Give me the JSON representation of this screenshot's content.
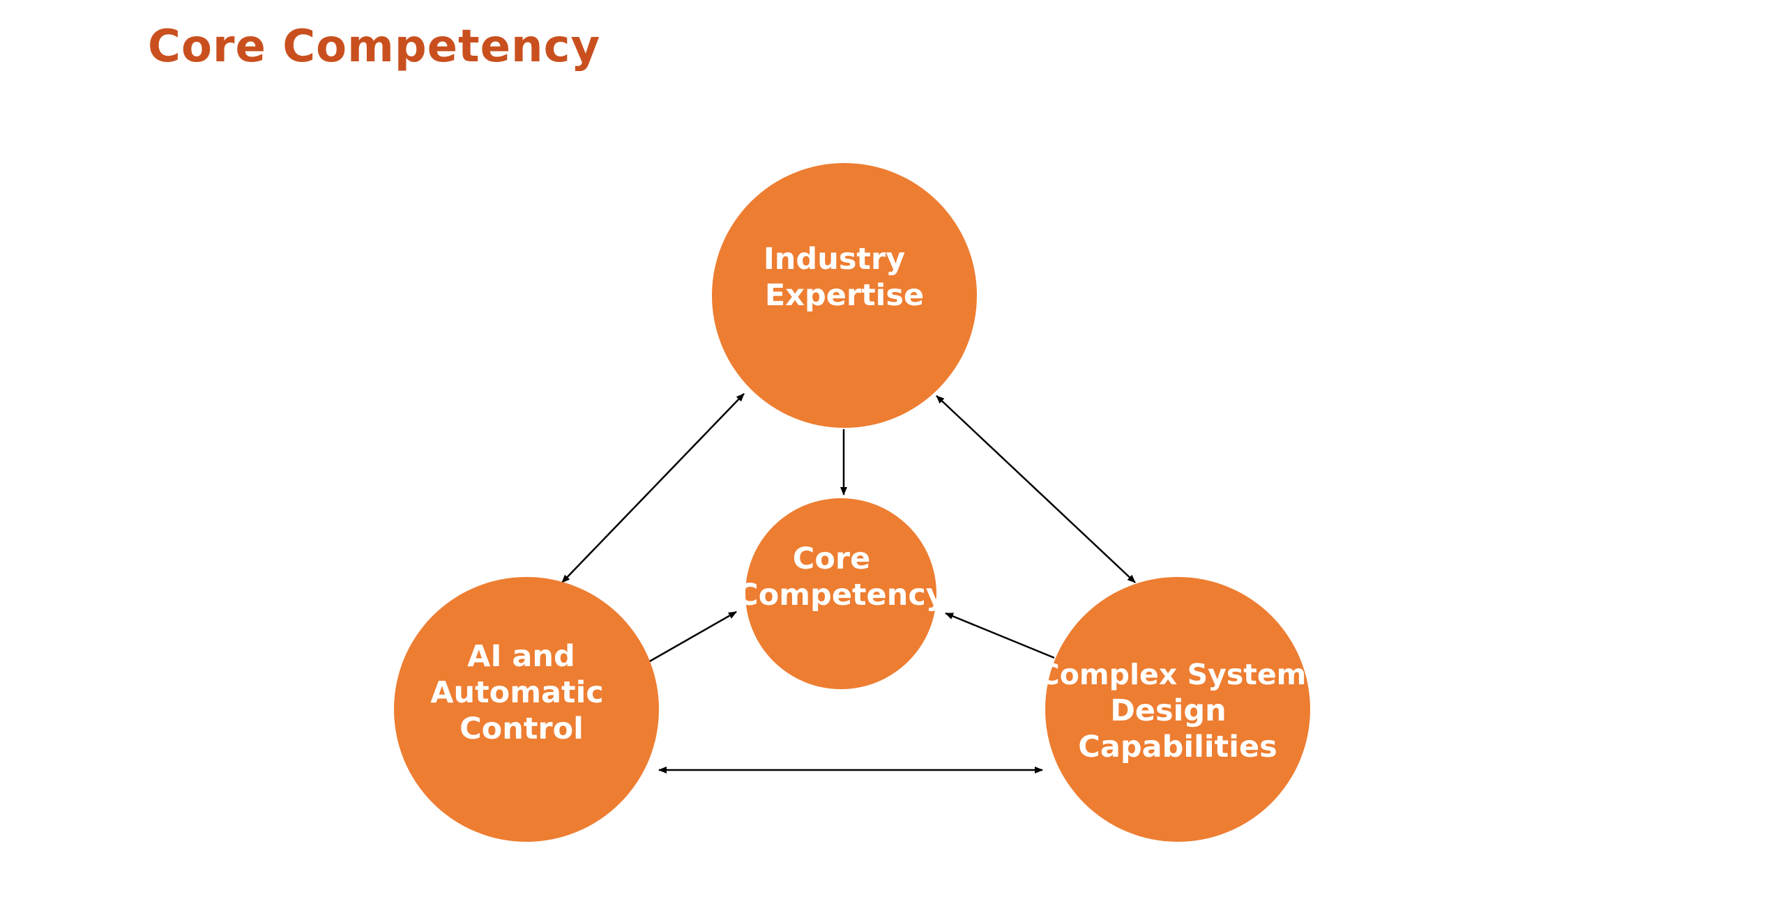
{
  "title": "Core Competency",
  "colors": {
    "title": "#c9501e",
    "node_fill": "#ed7d31",
    "node_text": "#ffffff",
    "arrow": "#000000"
  },
  "nodes": {
    "industry": {
      "lines": [
        "Industry",
        "Expertise"
      ]
    },
    "core": {
      "lines": [
        "Core",
        "Competency"
      ]
    },
    "ai": {
      "lines": [
        "AI and",
        "Automatic",
        "Control"
      ]
    },
    "complex": {
      "lines": [
        "Complex System",
        "Design",
        "Capabilities"
      ]
    }
  },
  "edges": [
    {
      "from": "industry",
      "to": "core",
      "direction": "forward"
    },
    {
      "from": "ai",
      "to": "core",
      "direction": "forward"
    },
    {
      "from": "complex",
      "to": "core",
      "direction": "forward"
    },
    {
      "from": "industry",
      "to": "ai",
      "direction": "both"
    },
    {
      "from": "industry",
      "to": "complex",
      "direction": "both"
    },
    {
      "from": "ai",
      "to": "complex",
      "direction": "both"
    }
  ]
}
